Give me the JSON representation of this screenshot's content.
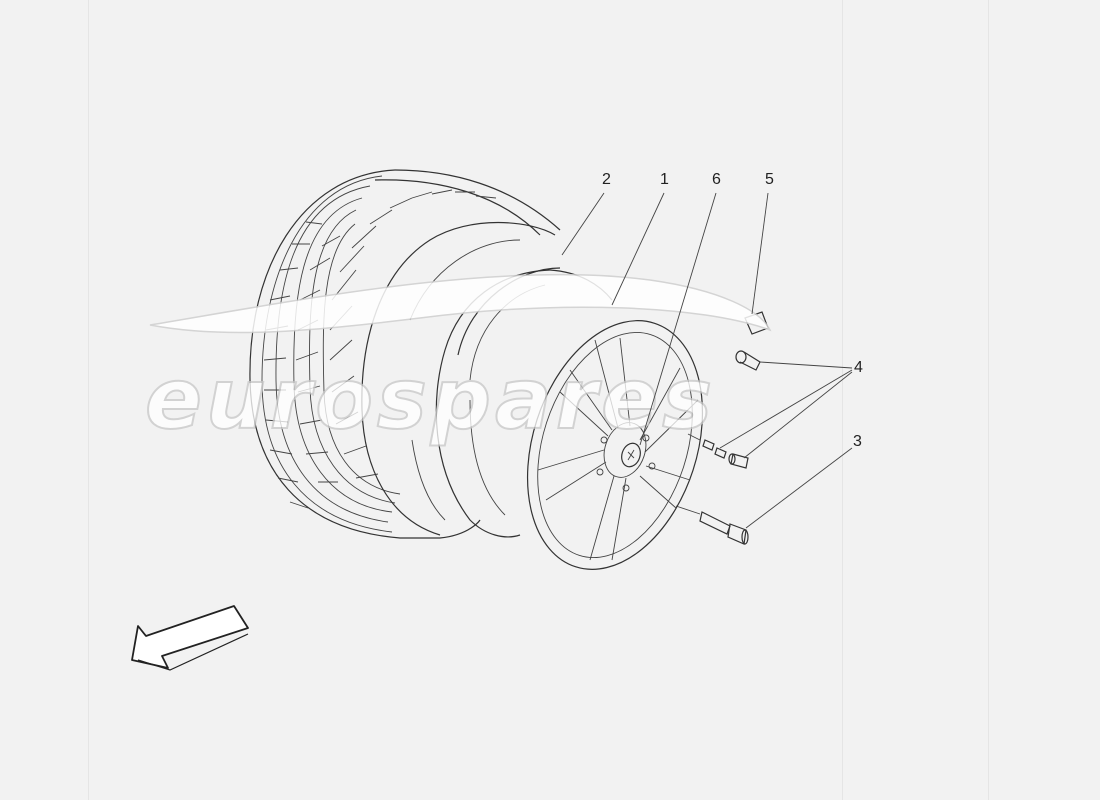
{
  "watermark": {
    "text": "eurospares"
  },
  "callouts": [
    {
      "id": "2",
      "label": "2"
    },
    {
      "id": "1",
      "label": "1"
    },
    {
      "id": "6",
      "label": "6"
    },
    {
      "id": "5",
      "label": "5"
    },
    {
      "id": "4",
      "label": "4"
    },
    {
      "id": "3",
      "label": "3"
    }
  ],
  "parts": {
    "tyre": "tyre",
    "rim": "wheel-rim",
    "centre_cap": "centre-cap",
    "badge": "badge",
    "valve": "tyre-valve",
    "wheel_bolt": "wheel-bolt"
  },
  "direction_arrow": "front-direction-arrow-icon"
}
